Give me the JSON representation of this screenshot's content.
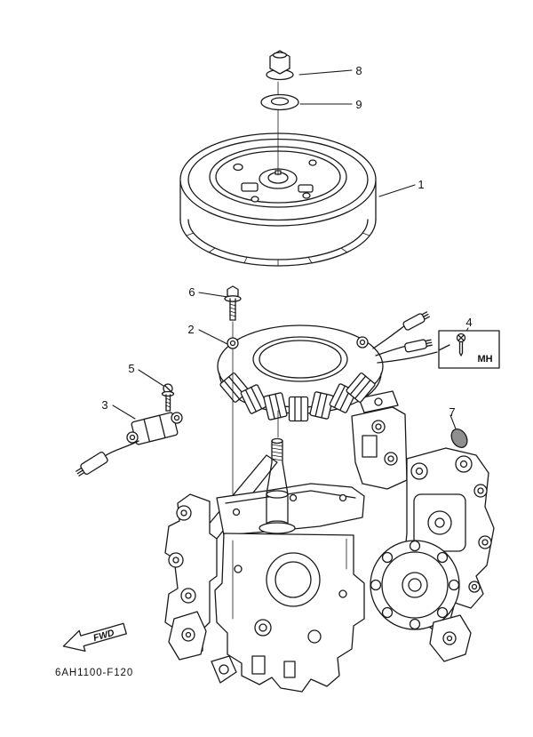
{
  "diagram": {
    "drawing_code": "6AH1100-F120",
    "fwd_label": "FWD",
    "mh_label": "MH",
    "line_color": "#1a1a1a",
    "callouts": [
      {
        "num": "1"
      },
      {
        "num": "2"
      },
      {
        "num": "3"
      },
      {
        "num": "4"
      },
      {
        "num": "5"
      },
      {
        "num": "6"
      },
      {
        "num": "7"
      },
      {
        "num": "8"
      },
      {
        "num": "9"
      }
    ]
  }
}
